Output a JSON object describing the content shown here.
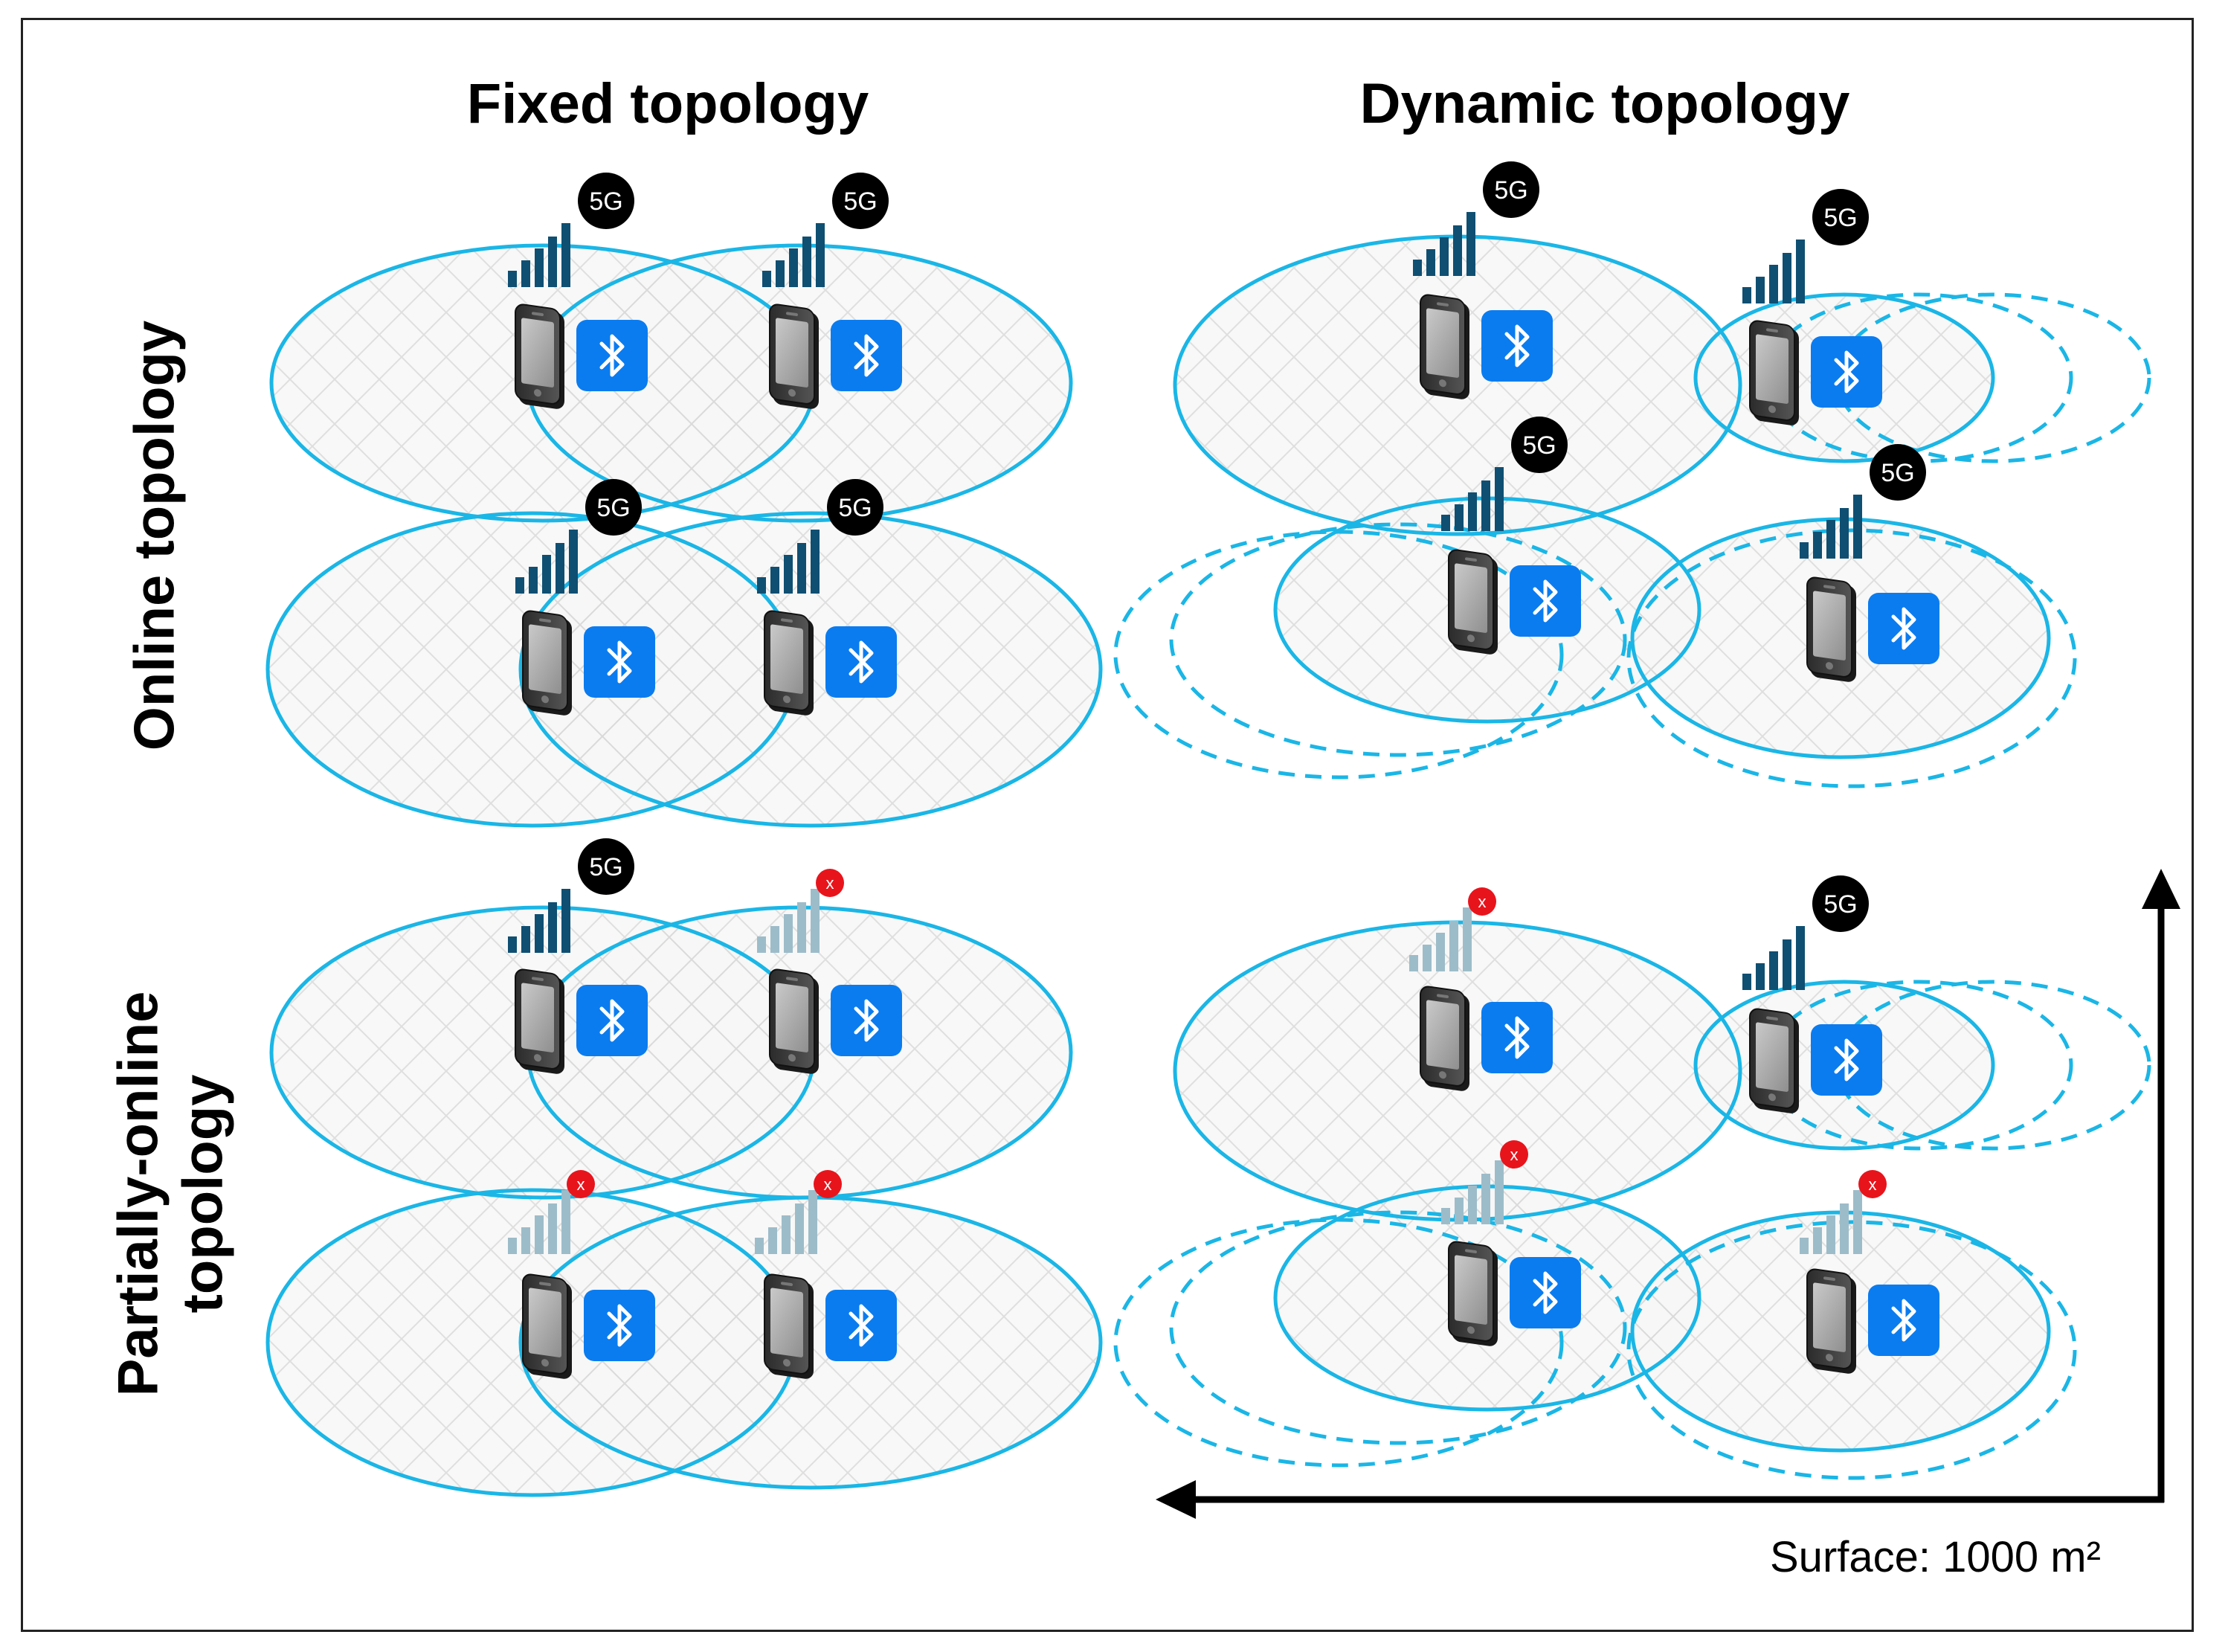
{
  "headers": {
    "fixed": "Fixed topology",
    "dynamic": "Dynamic topology",
    "online": "Online topology",
    "partial_line1": "Partially-online",
    "partial_line2": "topology"
  },
  "surface_label": "Surface: 1000 m²",
  "badge_text": "5G",
  "offline_mark": "x",
  "colors": {
    "coverage_stroke": "#1ab6e6",
    "coverage_hatch": "#d6d6d6",
    "signal_online": "#0f4f72",
    "signal_offline": "#9dbcc9",
    "bluetooth_bg": "#0a7cf0",
    "offline_badge": "#e8141c",
    "badge_5g": "#000000"
  },
  "icons": [
    "smartphone-icon",
    "bluetooth-icon",
    "signal-bars-icon",
    "badge-5g-icon",
    "offline-x-icon"
  ],
  "quadrants": [
    {
      "id": "fixed-online",
      "topology": "fixed",
      "connectivity": "online",
      "devices": [
        {
          "online": true
        },
        {
          "online": true
        },
        {
          "online": true
        },
        {
          "online": true
        }
      ]
    },
    {
      "id": "dynamic-online",
      "topology": "dynamic",
      "connectivity": "online",
      "devices": [
        {
          "online": true
        },
        {
          "online": true
        },
        {
          "online": true
        },
        {
          "online": true
        }
      ]
    },
    {
      "id": "fixed-partial",
      "topology": "fixed",
      "connectivity": "partially-online",
      "devices": [
        {
          "online": true
        },
        {
          "online": false
        },
        {
          "online": false
        },
        {
          "online": false
        }
      ]
    },
    {
      "id": "dynamic-partial",
      "topology": "dynamic",
      "connectivity": "partially-online",
      "devices": [
        {
          "online": false
        },
        {
          "online": true
        },
        {
          "online": false
        },
        {
          "online": false
        }
      ]
    }
  ]
}
